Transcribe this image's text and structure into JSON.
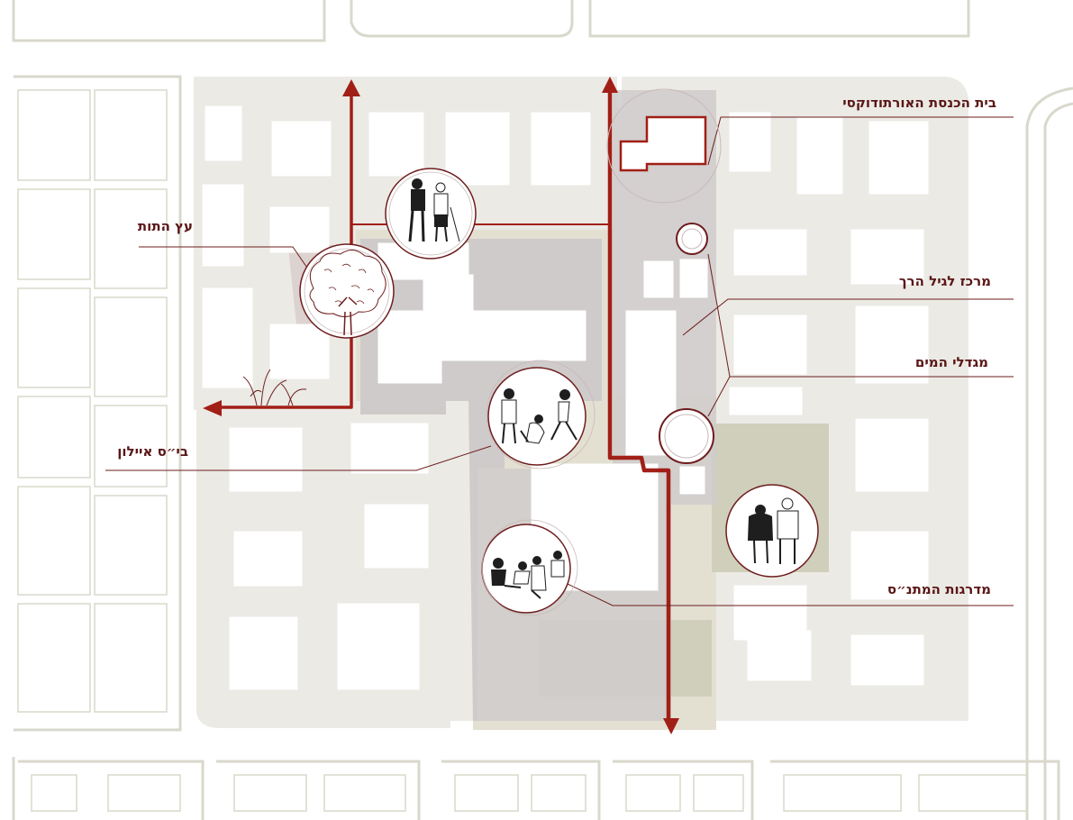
{
  "labels": {
    "synagogue": "בית הכנסת האורתודוקסי",
    "mulberry_tree": "עץ התות",
    "senior_center": "מרכז לגיל הרך",
    "water_towers": "מגדלי המים",
    "ayalon_school": "בי״ס איילון",
    "community_center_steps": "מדרגות המתנ״ס"
  },
  "colors": {
    "route": "#a11f16",
    "callout": "#6e1d1d",
    "label_text": "#5a1616",
    "block_fill": "#ebeae5",
    "building_fill": "#ffffff",
    "plaza_fill": "#cfcbcb",
    "green_fill": "#cfcfbb",
    "yard_fill": "#e3e0d2",
    "street_line": "#d9d8cc"
  },
  "icons": [
    "tree-icon",
    "people-icon",
    "children-icon",
    "seniors-icon",
    "sitting-group-icon",
    "plant-icon",
    "arrow-up-icon",
    "arrow-left-icon",
    "arrow-down-icon"
  ]
}
